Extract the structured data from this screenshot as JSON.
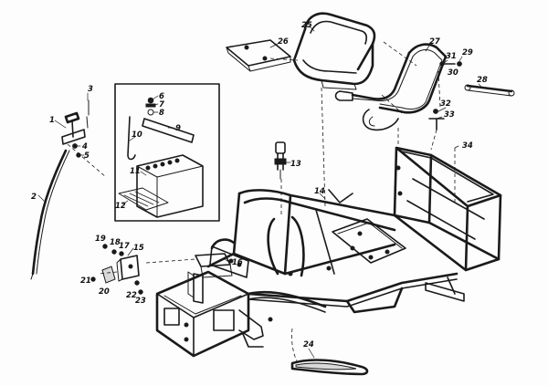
{
  "callouts": [
    {
      "id": "c1",
      "text": "1"
    },
    {
      "id": "c2",
      "text": "2"
    },
    {
      "id": "c3",
      "text": "3"
    },
    {
      "id": "c4",
      "text": "4"
    },
    {
      "id": "c5",
      "text": "5"
    },
    {
      "id": "c6",
      "text": "6"
    },
    {
      "id": "c7",
      "text": "7"
    },
    {
      "id": "c8",
      "text": "8"
    },
    {
      "id": "c9",
      "text": "9"
    },
    {
      "id": "c10",
      "text": "10"
    },
    {
      "id": "c11",
      "text": "11"
    },
    {
      "id": "c12",
      "text": "12"
    },
    {
      "id": "c13",
      "text": "13"
    },
    {
      "id": "c14",
      "text": "14"
    },
    {
      "id": "c15",
      "text": "15"
    },
    {
      "id": "c16",
      "text": "16"
    },
    {
      "id": "c17",
      "text": "17"
    },
    {
      "id": "c18",
      "text": "18"
    },
    {
      "id": "c19",
      "text": "19"
    },
    {
      "id": "c20",
      "text": "20"
    },
    {
      "id": "c21",
      "text": "21"
    },
    {
      "id": "c22",
      "text": "22"
    },
    {
      "id": "c23",
      "text": "23"
    },
    {
      "id": "c24",
      "text": "24"
    },
    {
      "id": "c25",
      "text": "25"
    },
    {
      "id": "c26",
      "text": "26"
    },
    {
      "id": "c27",
      "text": "27"
    },
    {
      "id": "c28",
      "text": "28"
    },
    {
      "id": "c29",
      "text": "29"
    },
    {
      "id": "c30",
      "text": "30"
    },
    {
      "id": "c31",
      "text": "31"
    },
    {
      "id": "c32",
      "text": "32"
    },
    {
      "id": "c33",
      "text": "33"
    },
    {
      "id": "c34",
      "text": "34"
    }
  ]
}
